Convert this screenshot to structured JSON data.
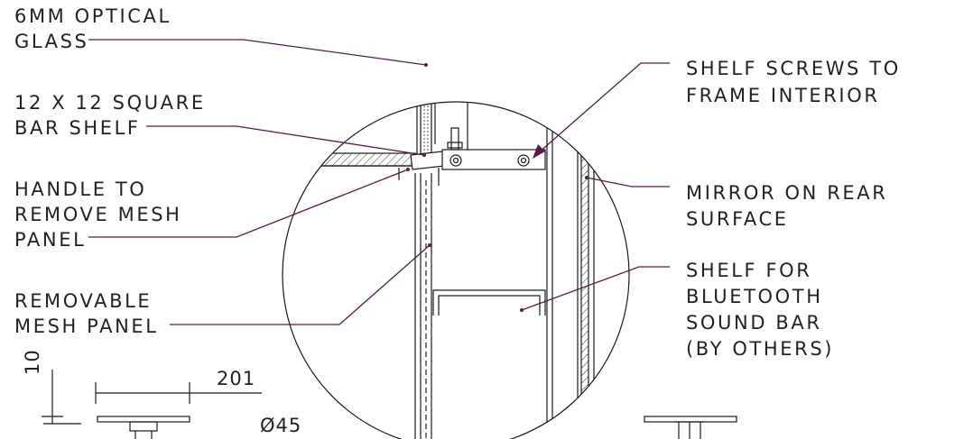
{
  "drawing": {
    "line_color": "#1a1a1a",
    "leader_color": "#5a1a4a",
    "labels_left": {
      "optical_glass": [
        "6MM OPTICAL",
        "GLASS"
      ],
      "square_bar_shelf": [
        "12 X 12 SQUARE",
        "BAR SHELF"
      ],
      "handle": [
        "HANDLE TO",
        "REMOVE MESH",
        "PANEL"
      ],
      "mesh_panel": [
        "REMOVABLE",
        "MESH PANEL"
      ]
    },
    "labels_right": {
      "shelf_screws": [
        "SHELF SCREWS TO",
        "FRAME INTERIOR"
      ],
      "mirror": [
        "MIRROR ON REAR",
        "SURFACE"
      ],
      "sound_bar_shelf": [
        "SHELF FOR",
        "BLUETOOTH",
        "SOUND BAR",
        "(BY OTHERS)"
      ]
    },
    "dimensions": {
      "thickness": "10",
      "width": "201",
      "diameter": "Ø45"
    }
  }
}
